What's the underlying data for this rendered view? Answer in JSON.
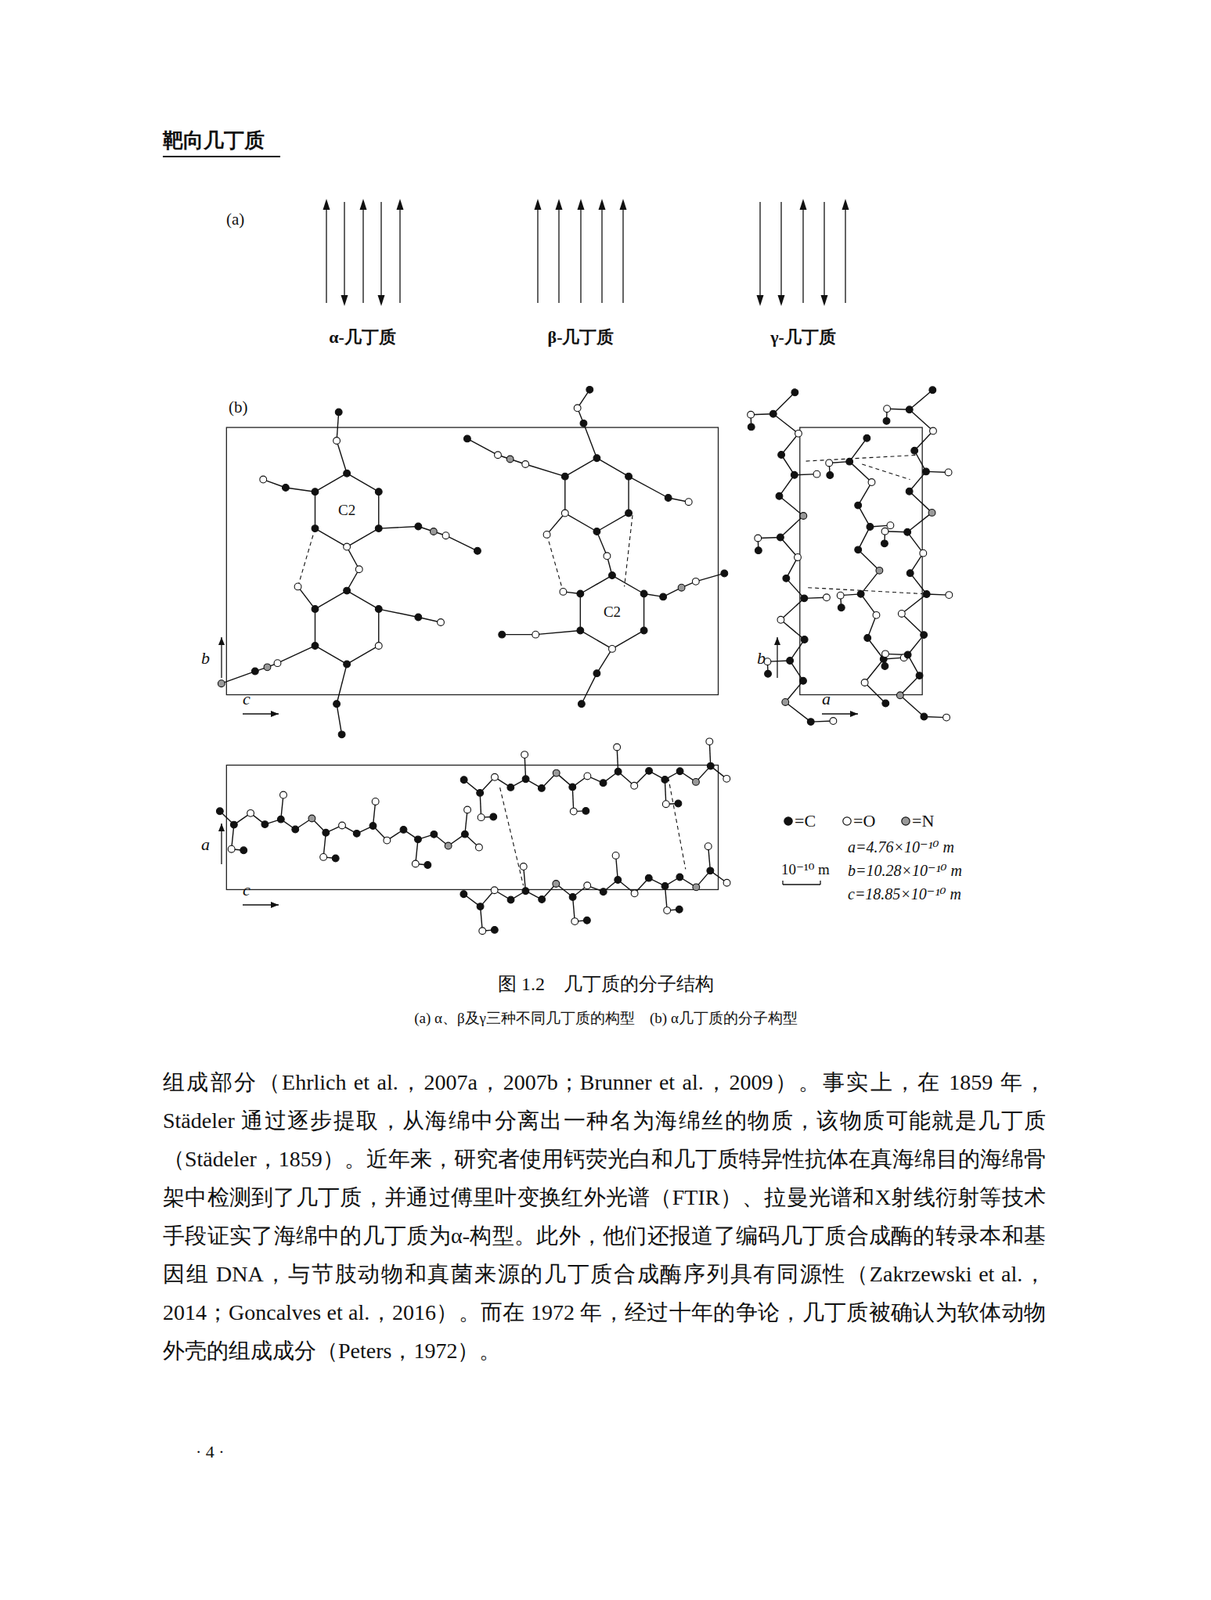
{
  "diagram": {
    "caption": "图 1.2　几丁质的分子结构",
    "labels": [
      "靶向几丁质",
      "(a)",
      "α-几丁质",
      "β-几丁质",
      "γ-几丁质",
      "(b)",
      "C2",
      "C2",
      "b",
      "c",
      "b",
      "a",
      "a",
      "c",
      "10⁻¹⁰ m",
      "a=4.76×10⁻¹⁰ m",
      "b=10.28×10⁻¹⁰ m",
      "c=18.85×10⁻¹⁰ m",
      "(a) α、β及γ三种不同几丁质的构型　(b) α几丁质的分子构型",
      "组成部分（Ehrlich et al.，2007a，2007b；Brunner et al.，2009）。事实上，在 1859 年，Städeler 通过逐步提取，从海绵中分离出一种名为海绵丝的物质，该物质可能就是几丁质（Städeler，1859）。近年来，研究者使用钙荧光白和几丁质特异性抗体在真海绵目的海绵骨架中检测到了几丁质，并通过傅里叶变换红外光谱（FTIR）、拉曼光谱和X射线衍射等技术手段证实了海绵中的几丁质为α-构型。此外，他们还报道了编码几丁质合成酶的转录本和基因组 DNA，与节肢动物和真菌来源的几丁质合成酶序列具有同源性（Zakrzewski et al.，2014；Goncalves et al.，2016）。而在 1972 年，经过十年的争论，几丁质被确认为软体动物外壳的组成成分（Peters，1972）。",
      "· 4 ·"
    ],
    "legend": [
      {
        "text": "=C",
        "color": "#111111"
      },
      {
        "text": "=O",
        "color": "#ffffff"
      },
      {
        "text": "=N",
        "color": "#999999"
      }
    ]
  }
}
